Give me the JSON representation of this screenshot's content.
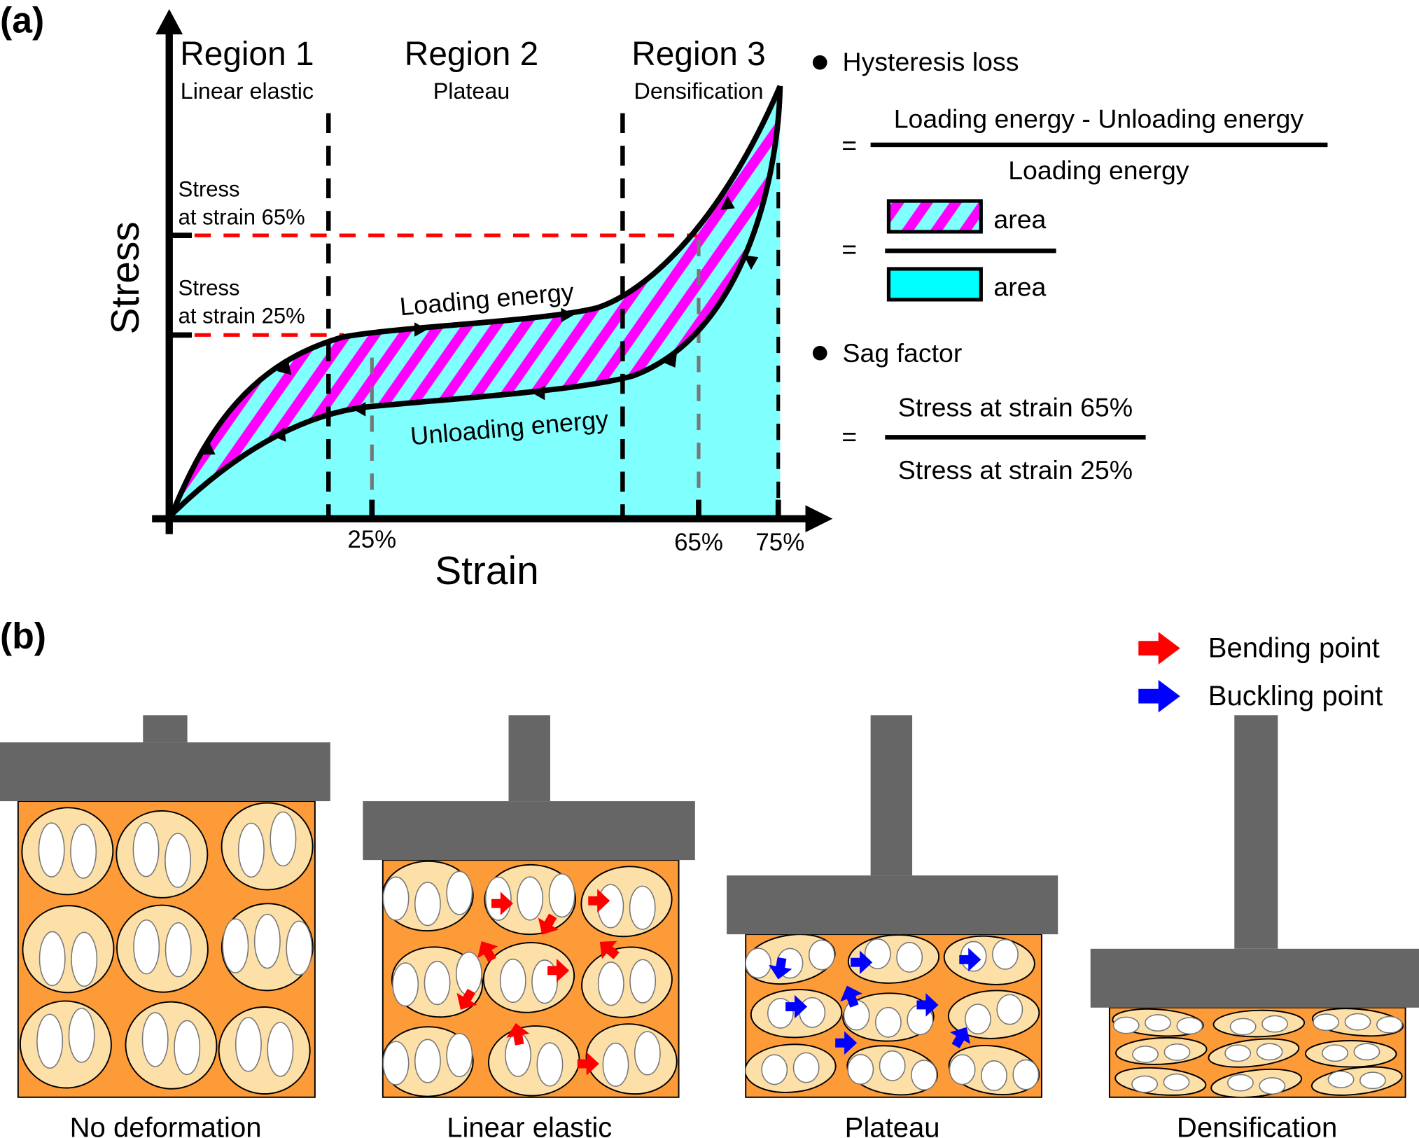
{
  "panel_a": {
    "label": "(a)",
    "y_axis": "Stress",
    "x_axis": "Strain",
    "regions": [
      {
        "title": "Region 1",
        "subtitle": "Linear elastic"
      },
      {
        "title": "Region 2",
        "subtitle": "Plateau"
      },
      {
        "title": "Region 3",
        "subtitle": "Densification"
      }
    ],
    "stress65_line1": "Stress",
    "stress65_line2": "at strain 65%",
    "stress25_line1": "Stress",
    "stress25_line2": "at strain 25%",
    "loading_label": "Loading energy",
    "unloading_label": "Unloading energy",
    "ticks": [
      "25%",
      "65%",
      "75%"
    ],
    "hysteresis": {
      "title": "Hysteresis loss",
      "eq": "=",
      "numerator": "Loading energy - Unloading energy",
      "denominator": "Loading energy",
      "area_label": "area"
    },
    "sag": {
      "title": "Sag factor",
      "eq": "=",
      "numerator": "Stress at strain 65%",
      "denominator": "Stress at strain 25%"
    },
    "colors": {
      "cyan": "#80ffff",
      "magenta": "#ff00ff",
      "red": "#ff0000"
    }
  },
  "panel_b": {
    "label": "(b)",
    "legend": [
      {
        "label": "Bending point",
        "color": "#ff0000"
      },
      {
        "label": "Buckling point",
        "color": "#0000ff"
      }
    ],
    "stages": [
      "No deformation",
      "Linear elastic",
      "Plateau",
      "Densification"
    ],
    "colors": {
      "foam": "#fd9b38",
      "cell": "#fde0a8",
      "press": "#666666"
    }
  }
}
